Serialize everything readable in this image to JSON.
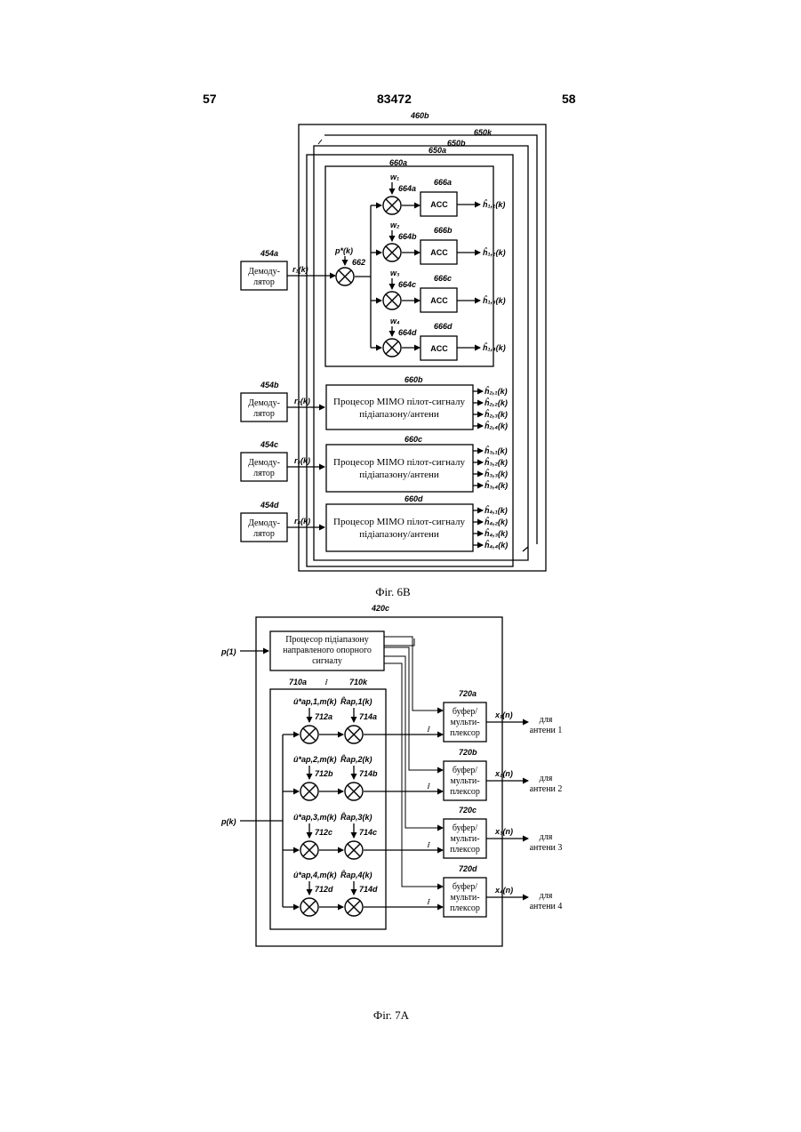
{
  "header": {
    "left_page": "57",
    "patent_number": "83472",
    "right_page": "58"
  },
  "fig6b": {
    "caption": "Фіг. 6В",
    "outer_labels": {
      "l460b": "460b",
      "l650k": "650k",
      "l650b": "650b",
      "l650a": "650a",
      "l660a": "660a"
    },
    "demodulator_text": [
      "Демоду-",
      "лятор"
    ],
    "demodulators": [
      {
        "ref": "454a",
        "signal": "r₁(k)"
      },
      {
        "ref": "454b",
        "signal": "r₂(k)"
      },
      {
        "ref": "454c",
        "signal": "r₃(k)"
      },
      {
        "ref": "454d",
        "signal": "r₄(k)"
      }
    ],
    "pilot": {
      "signal": "p*(k)",
      "ref": "662"
    },
    "branches": [
      {
        "weight": "w₁",
        "mult_ref": "664a",
        "acc_ref": "666a",
        "acc_label": "ACC",
        "output": "ĥ₁,₁(k)"
      },
      {
        "weight": "w₂",
        "mult_ref": "664b",
        "acc_ref": "666b",
        "acc_label": "ACC",
        "output": "ĥ₁,₂(k)"
      },
      {
        "weight": "w₃",
        "mult_ref": "664c",
        "acc_ref": "666c",
        "acc_label": "ACC",
        "output": "ĥ₁,₃(k)"
      },
      {
        "weight": "w₄",
        "mult_ref": "664d",
        "acc_ref": "666d",
        "acc_label": "ACC",
        "output": "ĥ₁,₄(k)"
      }
    ],
    "processor_text": [
      "Процесор МІМО пілот-сигналу",
      "підіапазону/антени"
    ],
    "processors": [
      {
        "ref": "660b",
        "outputs": [
          "ĥ₂,₁(k)",
          "ĥ₂,₂(k)",
          "ĥ₂,₃(k)",
          "ĥ₂,₄(k)"
        ]
      },
      {
        "ref": "660c",
        "outputs": [
          "ĥ₃,₁(k)",
          "ĥ₃,₂(k)",
          "ĥ₃,₃(k)",
          "ĥ₃,₄(k)"
        ]
      },
      {
        "ref": "660d",
        "outputs": [
          "ĥ₄,₁(k)",
          "ĥ₄,₂(k)",
          "ĥ₄,₃(k)",
          "ĥ₄,₄(k)"
        ]
      }
    ]
  },
  "fig7a": {
    "caption": "Фіг. 7А",
    "block_ref": "420c",
    "input_top": "p(1)",
    "input_mid": "p(k)",
    "processor_text": [
      "Процесор підіапазону",
      "направленого опорного",
      "сигналу"
    ],
    "sub_refs": {
      "left": "710a",
      "right": "710k"
    },
    "rows": [
      {
        "u": "û*ap,1,m(k)",
        "r": "R̂ap,1(k)",
        "m1": "712a",
        "m2": "714a"
      },
      {
        "u": "û*ap,2,m(k)",
        "r": "R̂ap,2(k)",
        "m1": "712b",
        "m2": "714b"
      },
      {
        "u": "û*ap,3,m(k)",
        "r": "R̂ap,3(k)",
        "m1": "712c",
        "m2": "714c"
      },
      {
        "u": "û*ap,4,m(k)",
        "r": "R̂ap,4(k)",
        "m1": "712d",
        "m2": "714d"
      }
    ],
    "buffer_text": [
      "буфер/",
      "мульти-",
      "плексор"
    ],
    "antenna_word": "для",
    "buffers": [
      {
        "ref": "720a",
        "output": "x₁(n)",
        "antenna": "антени 1"
      },
      {
        "ref": "720b",
        "output": "x₂(n)",
        "antenna": "антени 2"
      },
      {
        "ref": "720c",
        "output": "x₃(n)",
        "antenna": "антени 3"
      },
      {
        "ref": "720d",
        "output": "x₄(n)",
        "antenna": "антени 4"
      }
    ]
  }
}
